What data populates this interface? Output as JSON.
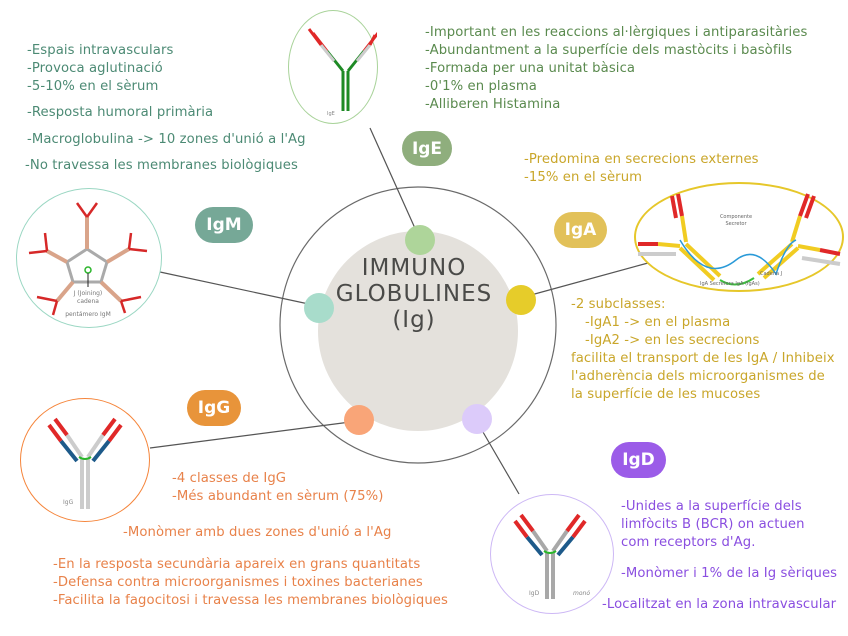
{
  "center": {
    "title_lines": [
      "IMMUNO",
      "GLOBULINES",
      "(Ig)"
    ],
    "colors": {
      "core": "#e4e1dc",
      "ring": "#555555"
    }
  },
  "nodes": {
    "IgE": {
      "label": "IgE",
      "color": "#8fae7d",
      "dot_color": "#aed59a",
      "image_caption": "IgE",
      "notes": [
        "-Important en les reaccions al·lèrgiques i antiparasitàries",
        "-Abundantment a la superfície dels mastòcits i basòfils",
        "-Formada per una unitat bàsica",
        "-0'1% en plasma",
        "-Alliberen Histamina"
      ]
    },
    "IgM": {
      "label": "IgM",
      "color": "#76a897",
      "dot_color": "#a8dccb",
      "image_caption_1": "J (Joining)",
      "image_caption_2": "cadena",
      "image_caption_3": "pentámero IgM",
      "notes": [
        "-Espais intravasculars",
        "-Provoca aglutinació",
        "-5-10% en el sèrum"
      ],
      "notes2": "-Resposta humoral primària",
      "notes3": "-Macroglobulina -> 10 zones d'unió a l'Ag",
      "notes4": "-No travessa les membranes biològiques"
    },
    "IgA": {
      "label": "IgA",
      "color": "#e2c159",
      "dot_color": "#e6cc2a",
      "image_caption_1": "Componente",
      "image_caption_2": "Secretor",
      "image_caption_3": "Cadena J",
      "image_caption_4": "IgA Secretora IgA (IgAs)",
      "notes_top": [
        "-Predomina en secrecions externes",
        "-15% en el sèrum"
      ],
      "notes_bottom": [
        "-2 subclasses:",
        "   -IgA1 -> en el plasma",
        "   -IgA2 -> en les secrecions",
        "facilita el transport de les IgA / Inhibeix",
        "l'adherència dels microorganismes de",
        "la superfície de les mucoses"
      ]
    },
    "IgG": {
      "label": "IgG",
      "color": "#e8943a",
      "dot_color": "#f9a578",
      "image_caption": "IgG",
      "notes_a": [
        "-4 classes de IgG",
        "-Més abundant en sèrum (75%)"
      ],
      "notes_b": "-Monòmer amb dues zones d'unió a l'Ag",
      "notes_c": [
        "-En la resposta secundària apareix en grans quantitats",
        "-Defensa contra microorganismes i toxines bacterianes",
        "-Facilita la fagocitosi i travessa les membranes biològiques"
      ]
    },
    "IgD": {
      "label": "IgD",
      "color": "#9b5ce8",
      "dot_color": "#dccbfa",
      "image_caption_1": "IgD",
      "image_caption_2": "monó",
      "notes_a": [
        "-Unides a la superfície dels",
        "limfòcits B (BCR) on actuen",
        "com receptors d'Ag."
      ],
      "notes_b": "-Monòmer i 1% de la Ig sèriques",
      "notes_c": "-Localitzat en la zona intravascular"
    }
  }
}
